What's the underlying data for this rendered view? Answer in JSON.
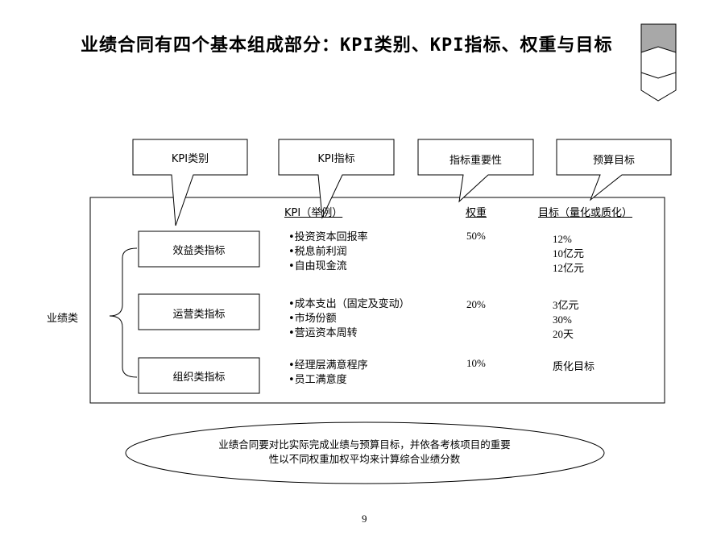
{
  "slide": {
    "title": "业绩合同有四个基本组成部分：KPI类别、KPI指标、权重与目标",
    "page_number": "9"
  },
  "callouts": [
    {
      "label": "KPI类别"
    },
    {
      "label": "KPI指标"
    },
    {
      "label": "指标重要性"
    },
    {
      "label": "预算目标"
    }
  ],
  "table": {
    "headers": {
      "kpi": "KPI（举例）",
      "weight": "权重",
      "target": "目标（量化或质化）"
    },
    "group_label": "业绩类",
    "rows": [
      {
        "category": "效益类指标",
        "kpis": [
          "投资资本回报率",
          "税息前利润",
          "自由现金流"
        ],
        "weight": "50%",
        "targets": [
          "12%",
          "10亿元",
          "12亿元"
        ]
      },
      {
        "category": "运营类指标",
        "kpis": [
          "成本支出（固定及变动）",
          "市场份额",
          "营运资本周转"
        ],
        "weight": "20%",
        "targets": [
          "3亿元",
          "30%",
          "20天"
        ]
      },
      {
        "category": "组织类指标",
        "kpis": [
          "经理层满意程序",
          "员工满意度"
        ],
        "weight": "10%",
        "targets": [
          "质化目标"
        ]
      }
    ]
  },
  "note": {
    "line1": "业绩合同要对比实际完成业绩与预算目标，并依各考核项目的重要",
    "line2": "性以不同权重加权平均来计算综合业绩分数"
  },
  "icons": {
    "progress_marker": "progress-tab-icon"
  }
}
